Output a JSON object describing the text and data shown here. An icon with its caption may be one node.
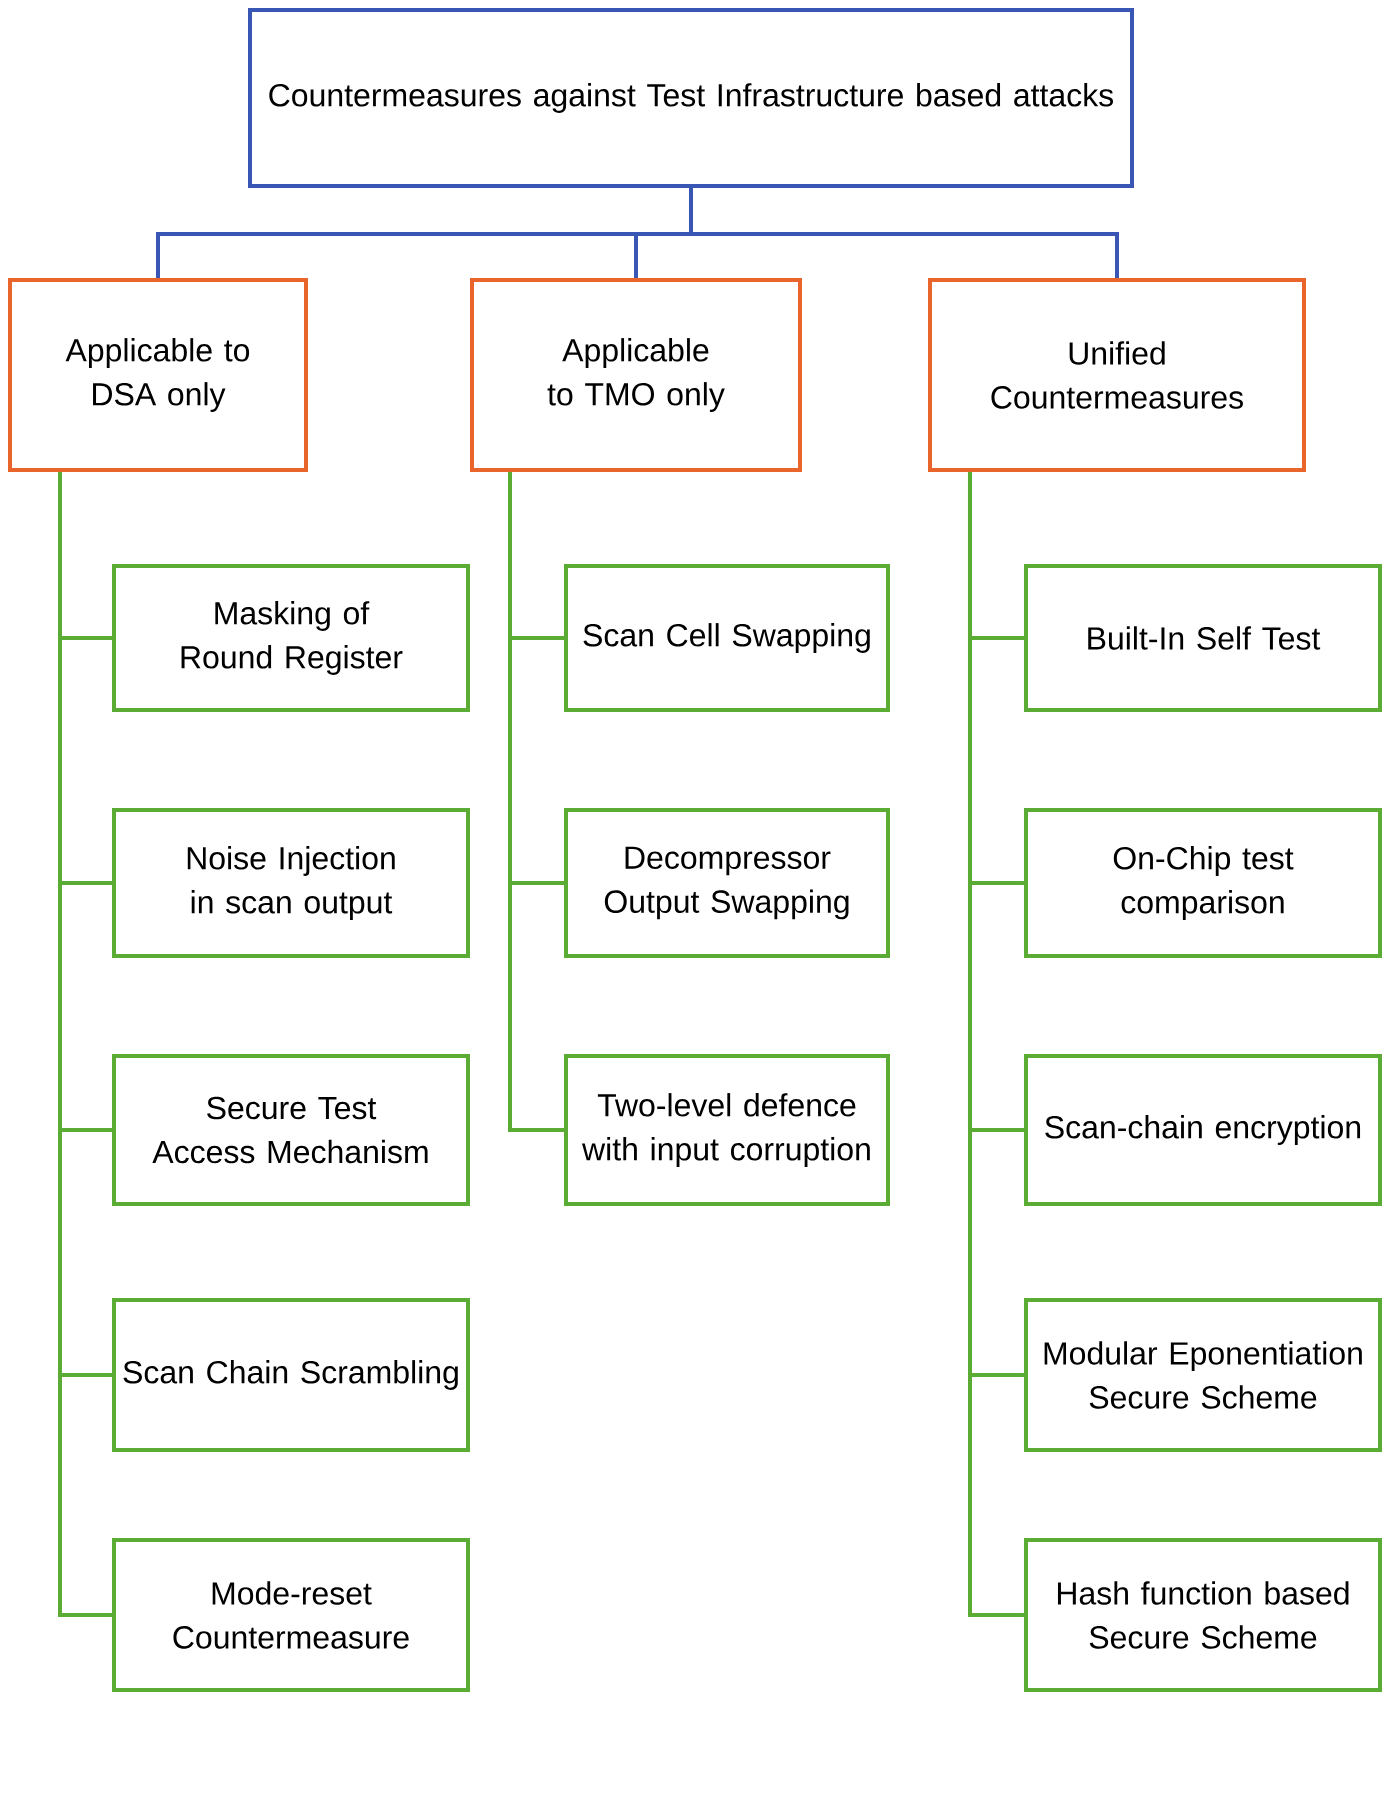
{
  "diagram": {
    "nodes": [
      {
        "text": [
          "Countermeasures against Test Infrastructure based attacks"
        ]
      },
      {
        "text": [
          "Applicable to DSA only"
        ]
      },
      {
        "text": [
          "Applicable to TMO only"
        ]
      },
      {
        "text": [
          "Unified Countermeasures"
        ]
      },
      {
        "text": [
          "Masking of Round Register"
        ]
      },
      {
        "text": [
          "Noise Injection in scan output"
        ]
      },
      {
        "text": [
          "Secure Test Access Mechanism"
        ]
      },
      {
        "text": [
          "Scan Chain Scrambling"
        ]
      },
      {
        "text": [
          "Mode-reset Countermeasure"
        ]
      },
      {
        "text": [
          "Scan Cell Swapping"
        ]
      },
      {
        "text": [
          "Decompressor Output Swapping"
        ]
      },
      {
        "text": [
          "Two-level defence with input corruption"
        ]
      },
      {
        "text": [
          "Built-In Self Test"
        ]
      },
      {
        "text": [
          "On-Chip test comparison"
        ]
      },
      {
        "text": [
          "Scan-chain encryption"
        ]
      },
      {
        "text": [
          "Modular Eponentiation Secure Scheme"
        ]
      },
      {
        "text": [
          "Hash function based Secure Scheme"
        ]
      }
    ],
    "edges": [
      {
        "from": 0,
        "to": 1,
        "arrow": "none",
        "color": "#3a56b5"
      },
      {
        "from": 0,
        "to": 2,
        "arrow": "none",
        "color": "#3a56b5"
      },
      {
        "from": 0,
        "to": 3,
        "arrow": "none",
        "color": "#3a56b5"
      },
      {
        "from": 1,
        "to": 4,
        "arrow": "none"
      },
      {
        "from": 1,
        "to": 5,
        "arrow": "none"
      },
      {
        "from": 1,
        "to": 6,
        "arrow": "none"
      },
      {
        "from": 1,
        "to": 7,
        "arrow": "none"
      },
      {
        "from": 1,
        "to": 8,
        "arrow": "none"
      },
      {
        "from": 2,
        "to": 9,
        "arrow": "none"
      },
      {
        "from": 2,
        "to": 10,
        "arrow": "none"
      },
      {
        "from": 2,
        "to": 11,
        "arrow": "none"
      },
      {
        "from": 3,
        "to": 12,
        "arrow": "none"
      },
      {
        "from": 3,
        "to": 13,
        "arrow": "none"
      },
      {
        "from": 3,
        "to": 14,
        "arrow": "none"
      },
      {
        "from": 3,
        "to": 15,
        "arrow": "none"
      },
      {
        "from": 3,
        "to": 16,
        "arrow": "none"
      }
    ]
  }
}
